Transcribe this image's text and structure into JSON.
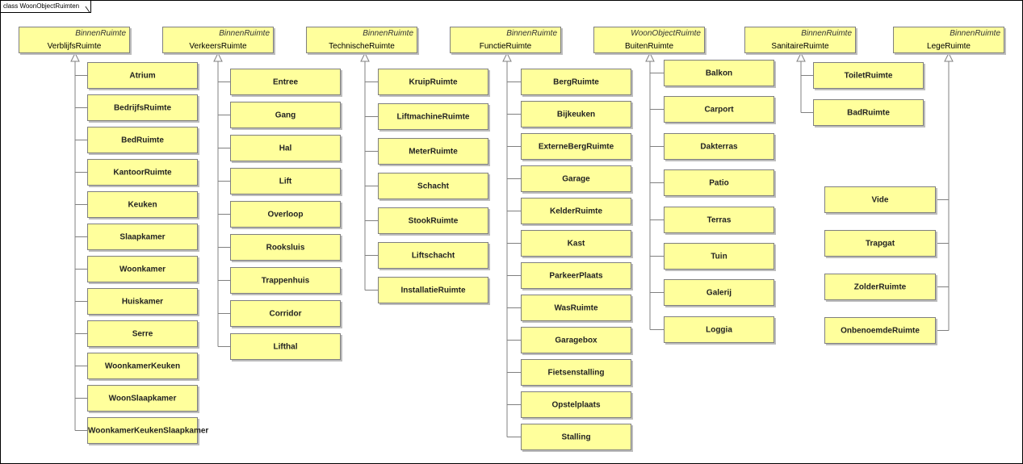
{
  "diagram": {
    "frame_label": "class WoonObjectRuimten",
    "colors": {
      "class_fill": "#ffff9c",
      "class_border": "#7f7f7f",
      "line": "#808080"
    },
    "parents": [
      {
        "id": "verblijfs",
        "stereotype": "BinnenRuimte",
        "name": "VerblijfsRuimte",
        "children": [
          "Atrium",
          "BedrijfsRuimte",
          "BedRuimte",
          "KantoorRuimte",
          "Keuken",
          "Slaapkamer",
          "Woonkamer",
          "Huiskamer",
          "Serre",
          "WoonkamerKeuken",
          "WoonSlaapkamer",
          "WoonkamerKeukenSlaapkamer"
        ]
      },
      {
        "id": "verkeers",
        "stereotype": "BinnenRuimte",
        "name": "VerkeersRuimte",
        "children": [
          "Entree",
          "Gang",
          "Hal",
          "Lift",
          "Overloop",
          "Rooksluis",
          "Trappenhuis",
          "Corridor",
          "Lifthal"
        ]
      },
      {
        "id": "technische",
        "stereotype": "BinnenRuimte",
        "name": "TechnischeRuimte",
        "children": [
          "KruipRuimte",
          "LiftmachineRuimte",
          "MeterRuimte",
          "Schacht",
          "StookRuimte",
          "Liftschacht",
          "InstallatieRuimte"
        ]
      },
      {
        "id": "functie",
        "stereotype": "BinnenRuimte",
        "name": "FunctieRuimte",
        "children": [
          "BergRuimte",
          "Bijkeuken",
          "ExterneBergRuimte",
          "Garage",
          "KelderRuimte",
          "Kast",
          "ParkeerPlaats",
          "WasRuimte",
          "Garagebox",
          "Fietsenstalling",
          "Opstelplaats",
          "Stalling"
        ]
      },
      {
        "id": "buiten",
        "stereotype": "WoonObjectRuimte",
        "name": "BuitenRuimte",
        "children": [
          "Balkon",
          "Carport",
          "Dakterras",
          "Patio",
          "Terras",
          "Tuin",
          "Galerij",
          "Loggia"
        ]
      },
      {
        "id": "sanitaire",
        "stereotype": "BinnenRuimte",
        "name": "SanitaireRuimte",
        "children": [
          "ToiletRuimte",
          "BadRuimte"
        ]
      },
      {
        "id": "lege",
        "stereotype": "BinnenRuimte",
        "name": "LegeRuimte",
        "children": [
          "Vide",
          "Trapgat",
          "ZolderRuimte",
          "OnbenoemdeRuimte"
        ]
      }
    ]
  }
}
